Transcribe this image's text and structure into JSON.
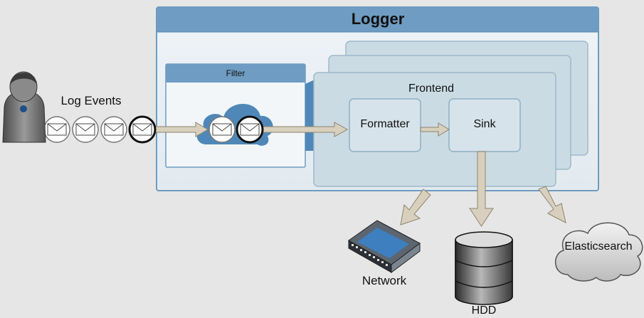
{
  "logger": {
    "title": "Logger"
  },
  "filter": {
    "title": "Filter"
  },
  "frontend": {
    "title": "Frontend",
    "formatter_label": "Formatter",
    "sink_label": "Sink"
  },
  "source": {
    "label": "Log Events"
  },
  "outputs": {
    "network_label": "Network",
    "hdd_label": "HDD",
    "elasticsearch_label": "Elasticsearch"
  },
  "colors": {
    "background": "#e6e6e6",
    "logger_header": "#6e9cc2",
    "panel": "#e8eef3",
    "frontend_fill": "#cbdbe4",
    "cloud": "#4f88b8",
    "arrow": "#d8d0bd"
  }
}
